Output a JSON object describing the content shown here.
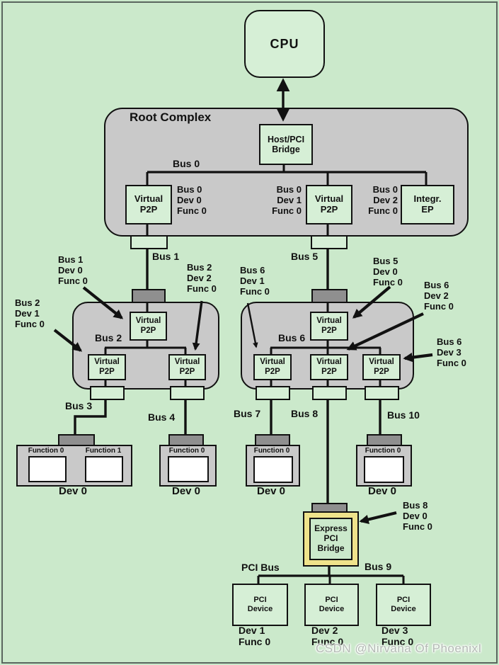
{
  "cpu": {
    "label": "CPU"
  },
  "root": {
    "title": "Root Complex",
    "host_bridge": "Host/PCI\nBridge",
    "bus0": "Bus 0",
    "integr_ep": "Integr.\nEP",
    "dev0_bdf": "Bus 0\nDev 0\nFunc 0",
    "dev1_bdf": "Bus 0\nDev 1\nFunc 0",
    "dev2_bdf": "Bus 0\nDev 2\nFunc 0"
  },
  "labels": {
    "vp2p": "Virtual\nP2P",
    "function0": "Function 0",
    "function1": "Function 1",
    "dev0": "Dev 0"
  },
  "buses": {
    "bus1": "Bus 1",
    "bus2": "Bus 2",
    "bus3": "Bus 3",
    "bus4": "Bus 4",
    "bus5": "Bus 5",
    "bus6": "Bus 6",
    "bus7": "Bus 7",
    "bus8": "Bus 8",
    "bus9": "Bus 9",
    "bus10": "Bus 10",
    "pci_bus": "PCI Bus"
  },
  "callouts": {
    "bus1_dev0": "Bus 1\nDev 0\nFunc 0",
    "bus2_dev1": "Bus 2\nDev 1\nFunc 0",
    "bus2_dev2": "Bus 2\nDev 2\nFunc 0",
    "bus5_dev0": "Bus 5\nDev 0\nFunc 0",
    "bus6_dev1": "Bus 6\nDev 1\nFunc 0",
    "bus6_dev2": "Bus 6\nDev 2\nFunc 0",
    "bus6_dev3": "Bus 6\nDev 3\nFunc 0",
    "bus8_dev0": "Bus 8\nDev 0\nFunc 0"
  },
  "express_bridge": {
    "label": "Express\nPCI\nBridge"
  },
  "pci": {
    "device_label": "PCI\nDevice",
    "dev1": "Dev 1\nFunc 0",
    "dev2": "Dev 2\nFunc 0",
    "dev3": "Dev 3\nFunc 0"
  },
  "watermark": "CSDN @Nirvana Of PhoenixI",
  "colors": {
    "background": "#cbe9cb",
    "box_green": "#d6efd6",
    "panel_gray": "#c9c9c9",
    "port_gray": "#8f8f8f",
    "bridge_yellow": "#efe38b",
    "line": "#111111"
  }
}
